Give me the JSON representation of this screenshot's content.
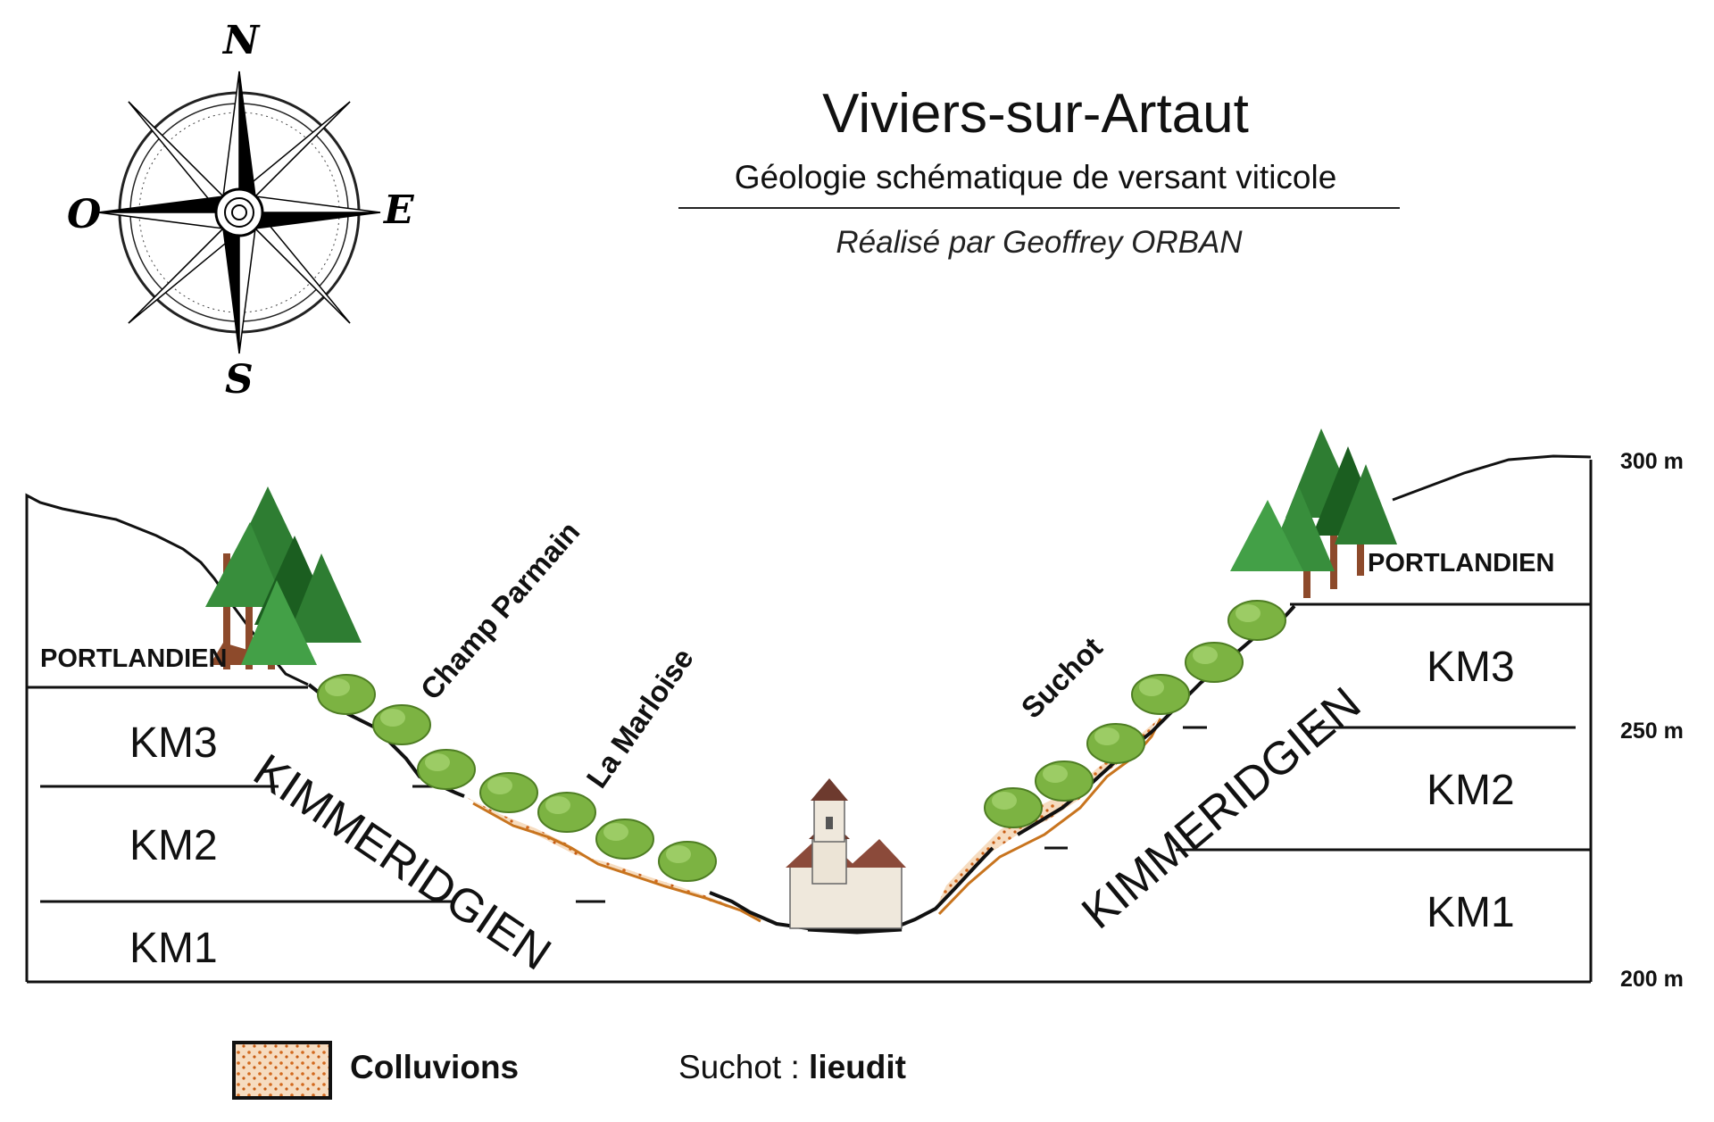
{
  "header": {
    "title": "Viviers-sur-Artaut",
    "subtitle": "Géologie schématique de versant viticole",
    "author": "Réalisé par Geoffrey ORBAN"
  },
  "compass": {
    "north": "N",
    "south": "S",
    "east": "E",
    "west": "O"
  },
  "altitudes": [
    "300 m",
    "250 m",
    "200 m"
  ],
  "formations": {
    "portlandien_left": "PORTLANDIEN",
    "portlandien_right": "PORTLANDIEN",
    "kimmeridgien_left": "KIMMERIDGIEN",
    "kimmeridgien_right": "KIMMERIDGIEN",
    "left_layers": [
      "KM3",
      "KM2",
      "KM1"
    ],
    "right_layers": [
      "KM3",
      "KM2",
      "KM1"
    ]
  },
  "lieudits": [
    "Champ Parmain",
    "La Marloise",
    "Suchot"
  ],
  "legend": {
    "colluvions": "Colluvions",
    "example_name": "Suchot",
    "example_sep": " : ",
    "example_label": "lieudit"
  },
  "colors": {
    "colluvion_fill": "#f4d9b8",
    "colluvion_dot": "#d2691e",
    "colluvion_line": "#c8741e",
    "vine": "#7cb342",
    "tree": "#2e7d32",
    "trunk": "#8d4a2b"
  }
}
